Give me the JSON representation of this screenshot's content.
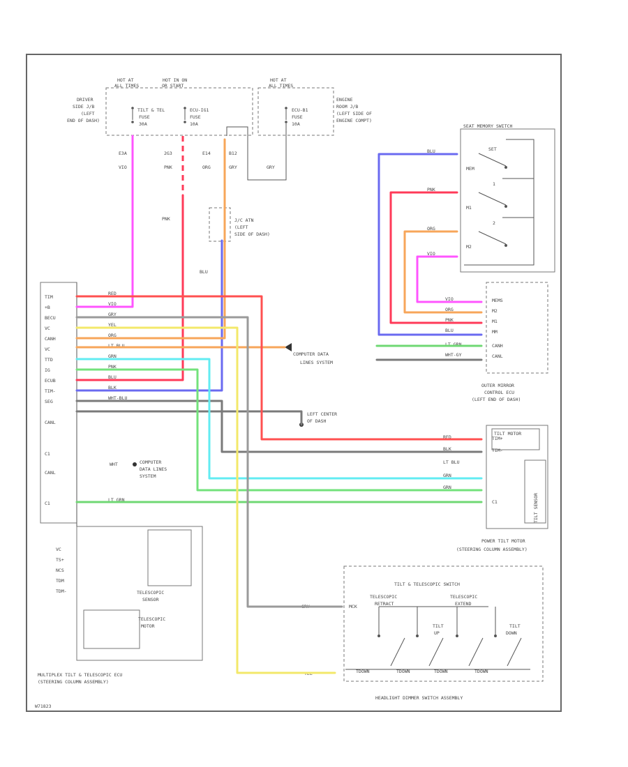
{
  "fuse_labels": {
    "hot1": [
      "HOT AT",
      "ALL TIMES"
    ],
    "hot2": [
      "HOT IN ON",
      "OR START"
    ],
    "hot3": [
      "HOT AT",
      "ALL TIMES"
    ],
    "driver_jb": [
      "DRIVER",
      "SIDE J/B",
      "(LEFT",
      "END OF DASH)"
    ],
    "engine_jb": [
      "ENGINE",
      "ROOM J/B",
      "(LEFT SIDE OF",
      "ENGINE COMPT)"
    ],
    "fuse1": [
      "TILT & TEL",
      "FUSE",
      "30A"
    ],
    "fuse2": [
      "ECU-IG1",
      "FUSE",
      "10A"
    ],
    "fuse3": [
      "ECU-B1",
      "FUSE",
      "10A"
    ]
  },
  "connectors": {
    "c1": "E3A",
    "c2": "2G3",
    "c3": "E14",
    "c4": "B12",
    "c1w": "VIO",
    "c2w": "PNK",
    "c3w": "ORG",
    "c4w": "GRY",
    "c5w": "GRY"
  },
  "splice": {
    "label": [
      "J/C ATN",
      "(LEFT",
      "SIDE OF DASH)"
    ],
    "wire_below": "BLU",
    "pnk": "PNK"
  },
  "ecu": {
    "pins": [
      "TIM",
      "+B",
      "BECU",
      "VC",
      "CANH",
      "VC",
      "TTD",
      "IG",
      "ECUB",
      "TIM-",
      "SEG",
      "",
      "CANL",
      "",
      "",
      "C1"
    ],
    "pins2": [
      "VC",
      "TS+",
      "NCS",
      "TDM",
      "TDM-"
    ],
    "wires": [
      "RED",
      "VIO",
      "GRY",
      "YEL",
      "ORG",
      "LT BLU",
      "GRN",
      "PNK",
      "BLU",
      "BLK",
      "WHT-BLU",
      "",
      "",
      "WHT",
      "",
      "",
      "LT GRN"
    ],
    "title": [
      "MULTIPLEX TILT & TELESCOPIC ECU",
      "(STEERING COLUMN ASSEMBLY)"
    ],
    "sensor": [
      "TELESCOPIC",
      "SENSOR"
    ],
    "motor": [
      "TELESCOPIC",
      "MOTOR"
    ]
  },
  "seat_switch": {
    "title": "SEAT MEMORY SWITCH",
    "items": [
      "SET",
      "1",
      "2"
    ],
    "pins": [
      "MEM",
      "M1",
      "M2"
    ],
    "wires": [
      "BLU",
      "PNK",
      "ORG",
      "VIO"
    ]
  },
  "outer_mirror_ecu": {
    "pins": [
      "MEMS",
      "M2",
      "M1",
      "MM",
      "CANH",
      "CANL"
    ],
    "wires": [
      "VIO",
      "ORG",
      "PNK",
      "BLU",
      "LT GRN",
      "WHT-GY"
    ],
    "title": [
      "OUTER MIRROR",
      "CONTROL ECU",
      "(LEFT END OF DASH)"
    ]
  },
  "computer_data": {
    "a": [
      "COMPUTER DATA",
      "LINES SYSTEM"
    ],
    "b": [
      "COMPUTER",
      "DATA LINES",
      "SYSTEM"
    ],
    "wht": "WHT"
  },
  "ground": {
    "label": [
      "LEFT CENTER",
      "OF DASH"
    ]
  },
  "tilt_motor": {
    "title": [
      "POWER TILT MOTOR",
      "(STEERING COLUMN ASSEMBLY)"
    ],
    "inner": "TILT MOTOR",
    "sensor": "TILT SENSOR",
    "pins": [
      "TIM+",
      "TIM-",
      "",
      "",
      "",
      "C1"
    ],
    "wires": [
      "RED",
      "BLK",
      "LT BLU",
      "GRN",
      "GRN"
    ]
  },
  "tilt_switch": {
    "title": "TILT & TELESCOPIC SWITCH",
    "groups": [
      "TELESCOPIC",
      "TELESCOPIC",
      "TILT",
      "TILT"
    ],
    "actions": [
      "RETRACT",
      "EXTEND",
      "UP",
      "DOWN"
    ],
    "positions": [
      "TDOWN",
      "TDOWN",
      "TDOWN",
      "TDOWN"
    ],
    "pin_mck": "MCK",
    "gry": "GRY",
    "yel": "YEL",
    "assembly": "HEADLIGHT DIMMER SWITCH ASSEMBLY"
  },
  "footer_code": "W71823",
  "colors": {
    "red": "#ff5050",
    "pink": "#ff55ff",
    "gray": "#9a9a9a",
    "yellow": "#f3e86a",
    "orange": "#f7a65a",
    "cyan": "#62ecf2",
    "green": "#73e27b",
    "pnk": "#ff3a58",
    "blue": "#6a6af0",
    "black": "#7a7a7a",
    "ltgreen": "#6fd873"
  }
}
